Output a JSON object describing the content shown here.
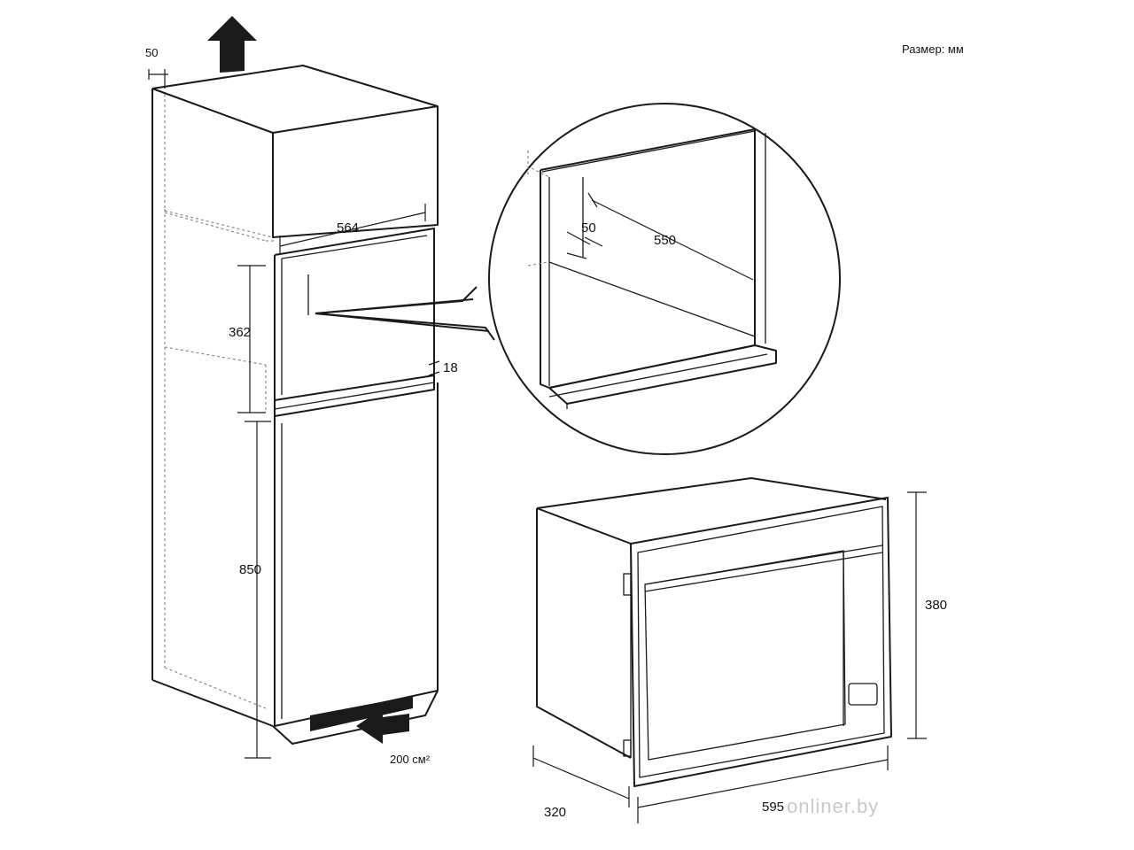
{
  "units_note": "Размер: мм",
  "dimensions": {
    "top_gap": "50",
    "niche_width": "564",
    "niche_height": "362",
    "shelf_thickness": "18",
    "cabinet_base_height": "850",
    "vent_area": "200 см²",
    "detail_gap": "50",
    "detail_depth": "550",
    "appliance_height": "380",
    "appliance_depth": "320",
    "appliance_width": "595"
  },
  "watermark": "onliner.by"
}
